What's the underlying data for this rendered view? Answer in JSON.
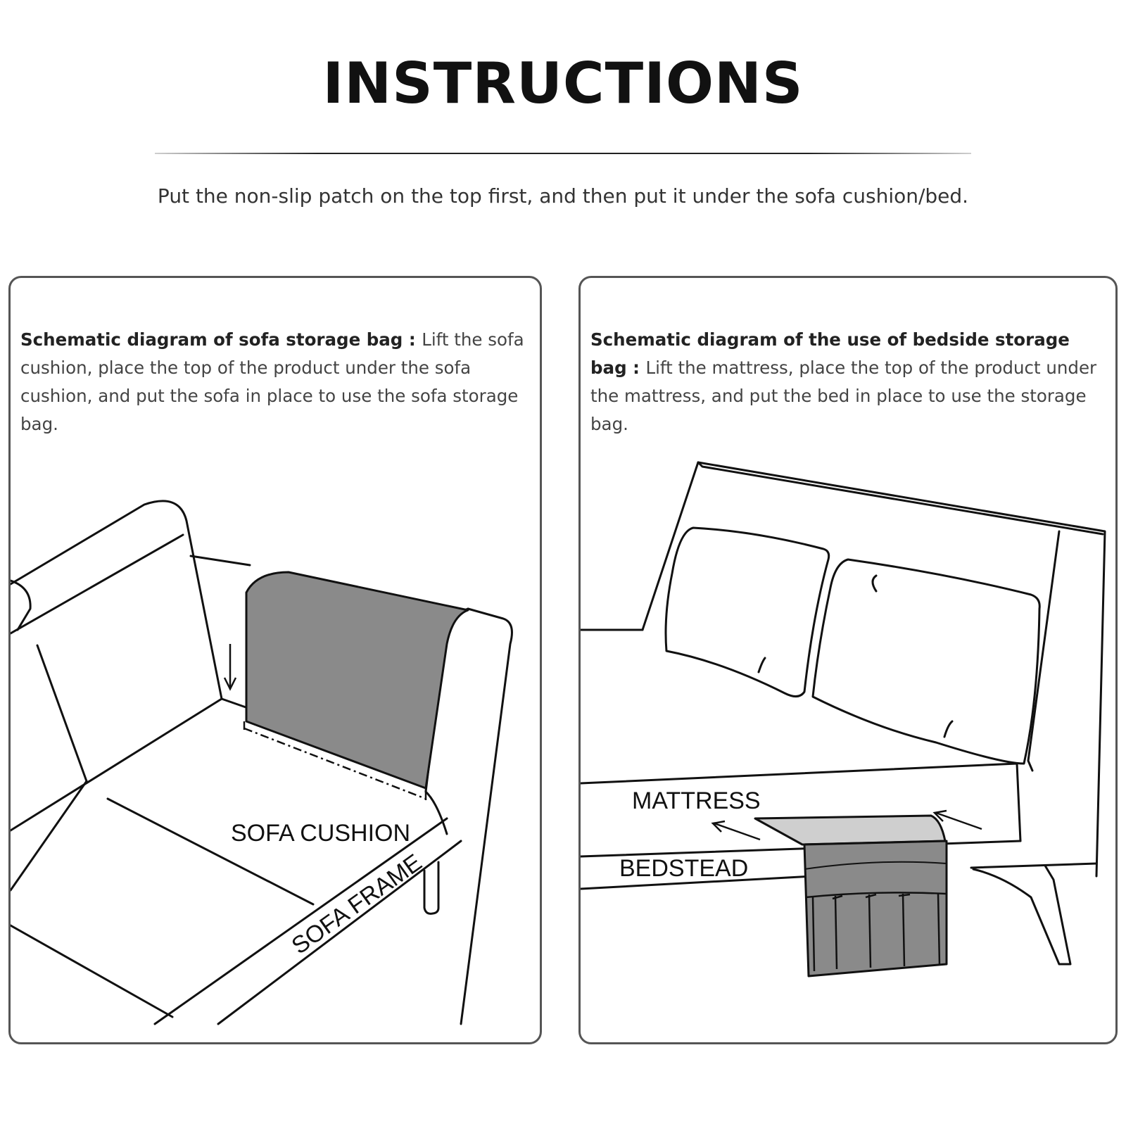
{
  "header": {
    "title": "INSTRUCTIONS",
    "subtitle": "Put the non-slip patch on the top first, and then put it under the sofa cushion/bed."
  },
  "left_panel": {
    "heading": "Schematic diagram of sofa storage bag : ",
    "text": "Lift the sofa cushion, place the top of the product under the sofa cushion, and put the sofa in place to use the sofa storage bag.",
    "labels": {
      "sofa_cushion": "SOFA CUSHION",
      "sofa_frame": "SOFA FRAME"
    }
  },
  "right_panel": {
    "heading": "Schematic diagram of the use of bedside storage bag : ",
    "text": "Lift the mattress, place the top of the product under the mattress, and put the bed in place to use the storage bag.",
    "labels": {
      "mattress": "MATTRESS",
      "bedstead": "BEDSTEAD"
    }
  },
  "colors": {
    "bag_gray": "#8a8a8a",
    "pad_light": "#cfcfcf",
    "line": "#111111"
  }
}
